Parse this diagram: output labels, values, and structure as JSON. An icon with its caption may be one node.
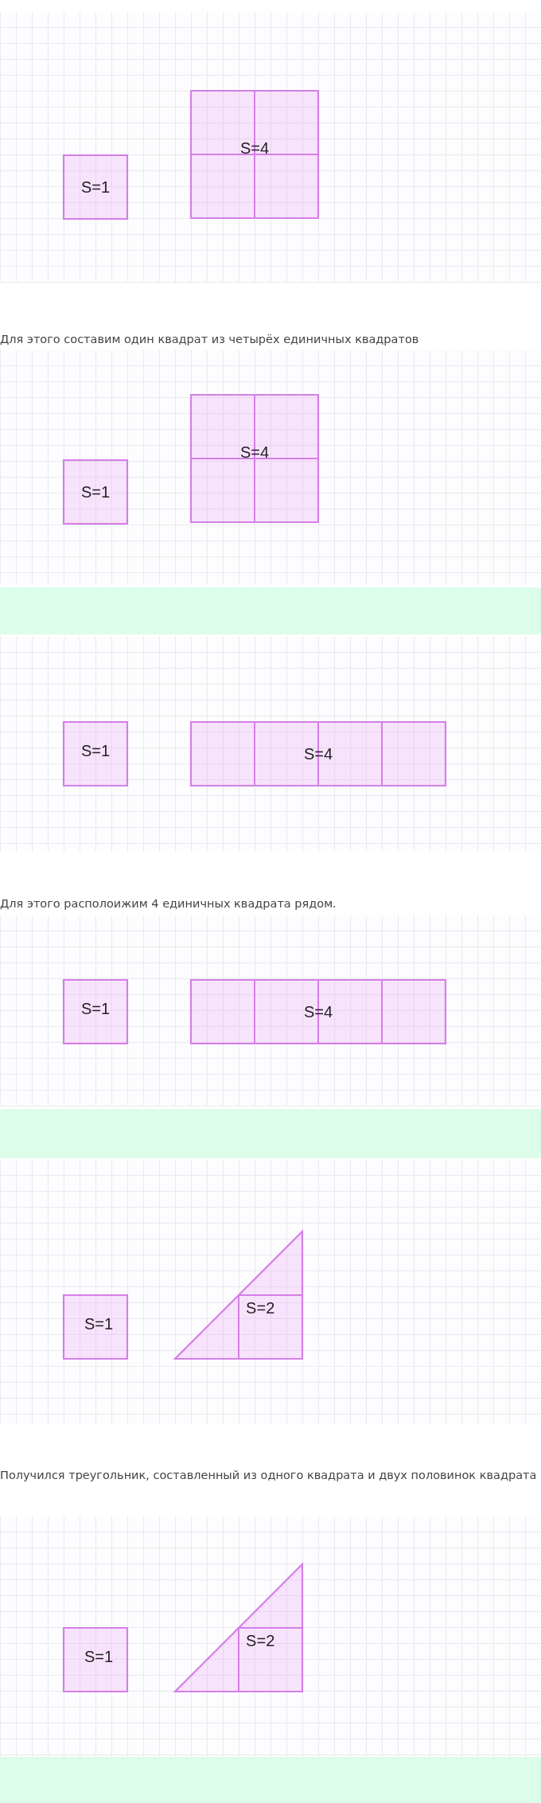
{
  "diagram": {
    "nodes": [
      {
        "text": [
          "S=1"
        ]
      },
      {
        "text": [
          "S=4"
        ]
      },
      {
        "text": [
          "S=1"
        ]
      },
      {
        "text": [
          "S=4"
        ]
      },
      {
        "text": [
          "S=1"
        ]
      },
      {
        "text": [
          "S=4"
        ]
      },
      {
        "text": [
          "S=1"
        ]
      },
      {
        "text": [
          "S=4"
        ]
      },
      {
        "text": [
          "S=1"
        ]
      },
      {
        "text": [
          "S=2"
        ]
      },
      {
        "text": [
          "S=1"
        ]
      },
      {
        "text": [
          "S=2"
        ]
      }
    ],
    "edges": [],
    "labels": [
      "Для этого составим один квадрат из четырёх единичных квадратов",
      "Для этого располоижим 4 единичных квадрата рядом.",
      "Получился треугольник, составленный из одного квадрата и двух половинок квадрата"
    ]
  }
}
